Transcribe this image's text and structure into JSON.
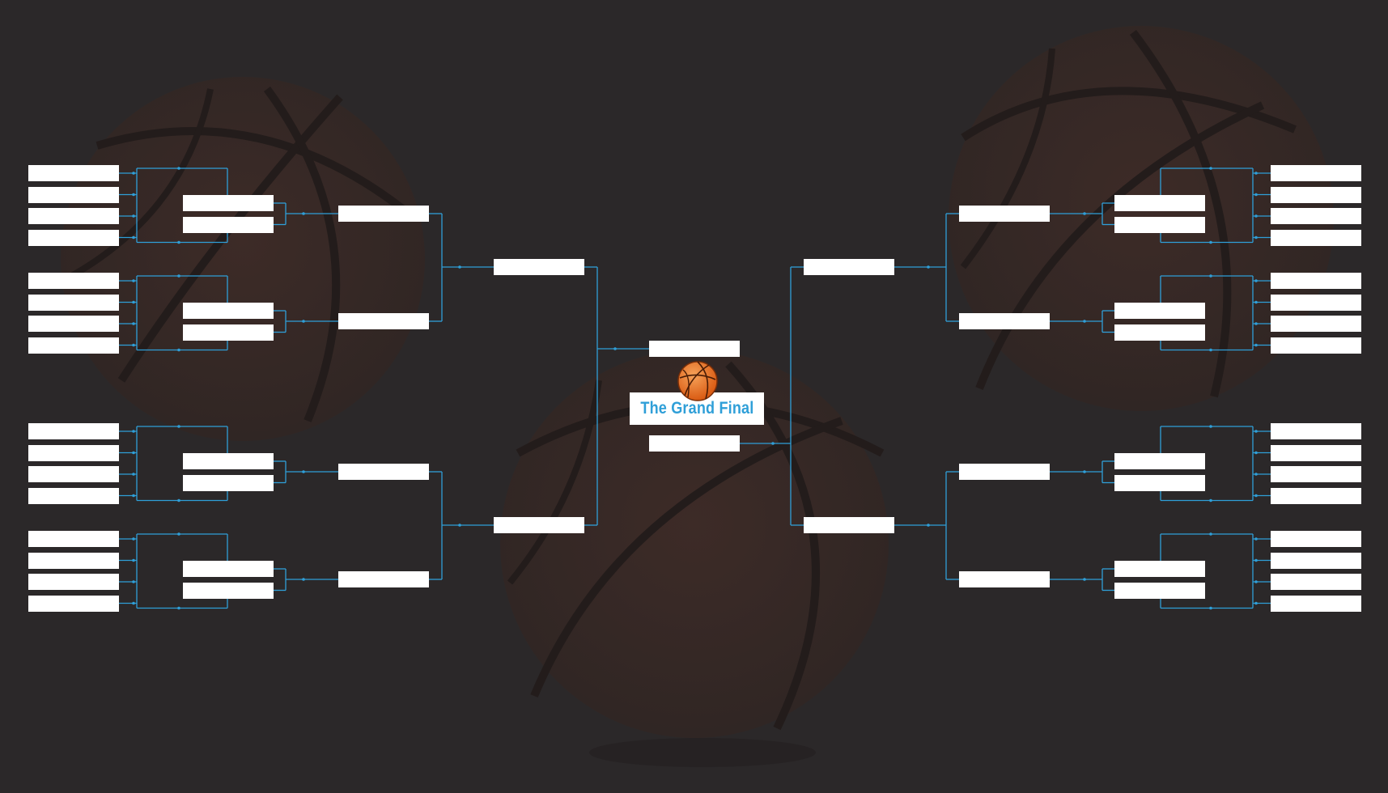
{
  "theme": {
    "background": "#2b2829",
    "connector_color": "#2f9fd8",
    "slot_color": "#ffffff",
    "title_color": "#2f9fd8",
    "ball_color": "#e86a1e",
    "ball_shadow_color": "#3a2b28"
  },
  "final_banner": {
    "title": "The Grand Final",
    "icon": "basketball-icon"
  },
  "bracket": {
    "rounds_per_side": 4,
    "slots_per_round": [
      16,
      8,
      4,
      2
    ],
    "final_slots": 2
  }
}
